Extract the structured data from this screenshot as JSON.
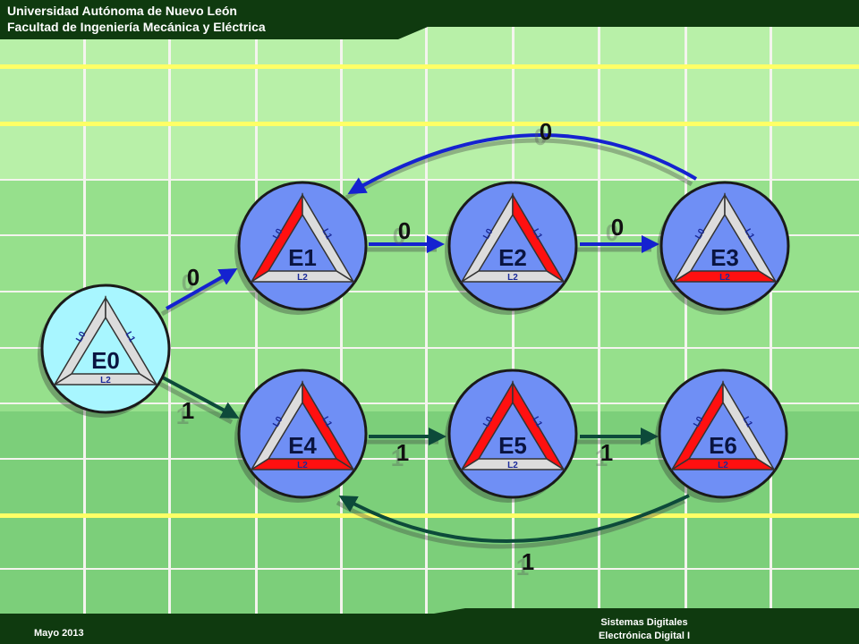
{
  "header": {
    "line1": "Universidad Autónoma de Nuevo León",
    "line2": "Facultad de Ingeniería Mecánica y Eléctrica"
  },
  "footer": {
    "date": "Mayo 2013",
    "course_line1": "Sistemas Digitales",
    "course_line2": "Electrónica Digital I"
  },
  "colors": {
    "lit_side": "#ff1010",
    "unlit_side": "#dcdcdc",
    "state_fill": "#6f8ff5",
    "initial_fill": "#a8f6ff",
    "input0_arrow": "#1522d0",
    "input1_arrow": "#0d4a3a"
  },
  "side_labels": {
    "left": "L0",
    "right": "L1",
    "bottom": "L2"
  },
  "states": [
    {
      "id": "E0",
      "lit": []
    },
    {
      "id": "E1",
      "lit": [
        "L0"
      ]
    },
    {
      "id": "E2",
      "lit": [
        "L1"
      ]
    },
    {
      "id": "E3",
      "lit": [
        "L2"
      ]
    },
    {
      "id": "E4",
      "lit": [
        "L1",
        "L2"
      ]
    },
    {
      "id": "E5",
      "lit": [
        "L0",
        "L1"
      ]
    },
    {
      "id": "E6",
      "lit": [
        "L0",
        "L2"
      ]
    }
  ],
  "transitions": [
    {
      "from": "E0",
      "to": "E1",
      "input": "0"
    },
    {
      "from": "E1",
      "to": "E2",
      "input": "0"
    },
    {
      "from": "E2",
      "to": "E3",
      "input": "0"
    },
    {
      "from": "E3",
      "to": "E1",
      "input": "0"
    },
    {
      "from": "E0",
      "to": "E4",
      "input": "1"
    },
    {
      "from": "E4",
      "to": "E5",
      "input": "1"
    },
    {
      "from": "E5",
      "to": "E6",
      "input": "1"
    },
    {
      "from": "E6",
      "to": "E4",
      "input": "1"
    }
  ]
}
